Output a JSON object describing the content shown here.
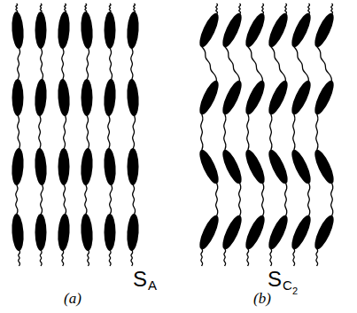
{
  "diagram": {
    "labels": [
      "S",
      "A",
      "(a)",
      "S",
      "C",
      "2",
      "(b)"
    ]
  }
}
